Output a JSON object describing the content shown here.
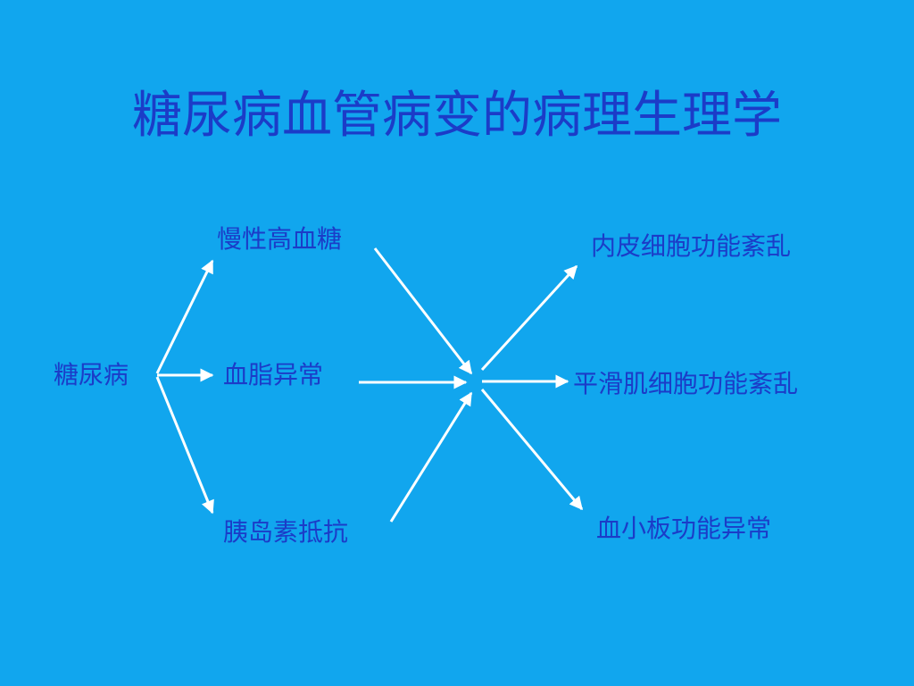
{
  "slide": {
    "background": "#11A6EE",
    "text_color": "#1B3CC8",
    "arrow_color": "#FFFFFF",
    "title": "糖尿病血管病变的病理生理学"
  },
  "nodes": {
    "diabetes": "糖尿病",
    "hyperglycemia": "慢性高血糖",
    "dyslipidemia": "血脂异常",
    "insulin_resistance": "胰岛素抵抗",
    "endothelial_dysfunction": "内皮细胞功能紊乱",
    "smooth_muscle_dysfunction": "平滑肌细胞功能紊乱",
    "platelet_dysfunction": "血小板功能异常"
  }
}
